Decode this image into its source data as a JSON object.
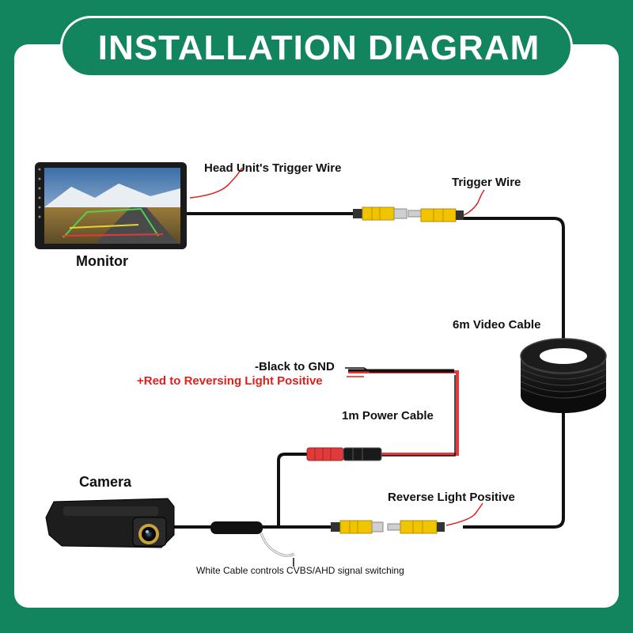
{
  "title": "INSTALLATION DIAGRAM",
  "labels": {
    "head_unit_trigger": "Head Unit's Trigger Wire",
    "monitor": "Monitor",
    "trigger_wire": "Trigger Wire",
    "video_cable": "6m Video Cable",
    "black_gnd": "-Black to GND",
    "red_positive": "+Red to Reversing Light Positive",
    "power_cable": "1m Power Cable",
    "camera": "Camera",
    "reverse_positive": "Reverse Light Positive",
    "white_cable": "White Cable controls CVBS/AHD signal switching"
  },
  "colors": {
    "brand_green": "#12855f",
    "rca_yellow": "#f2c400",
    "power_red": "#e03a3a",
    "wire_black": "#111111",
    "annotation_red": "#e0201c"
  }
}
